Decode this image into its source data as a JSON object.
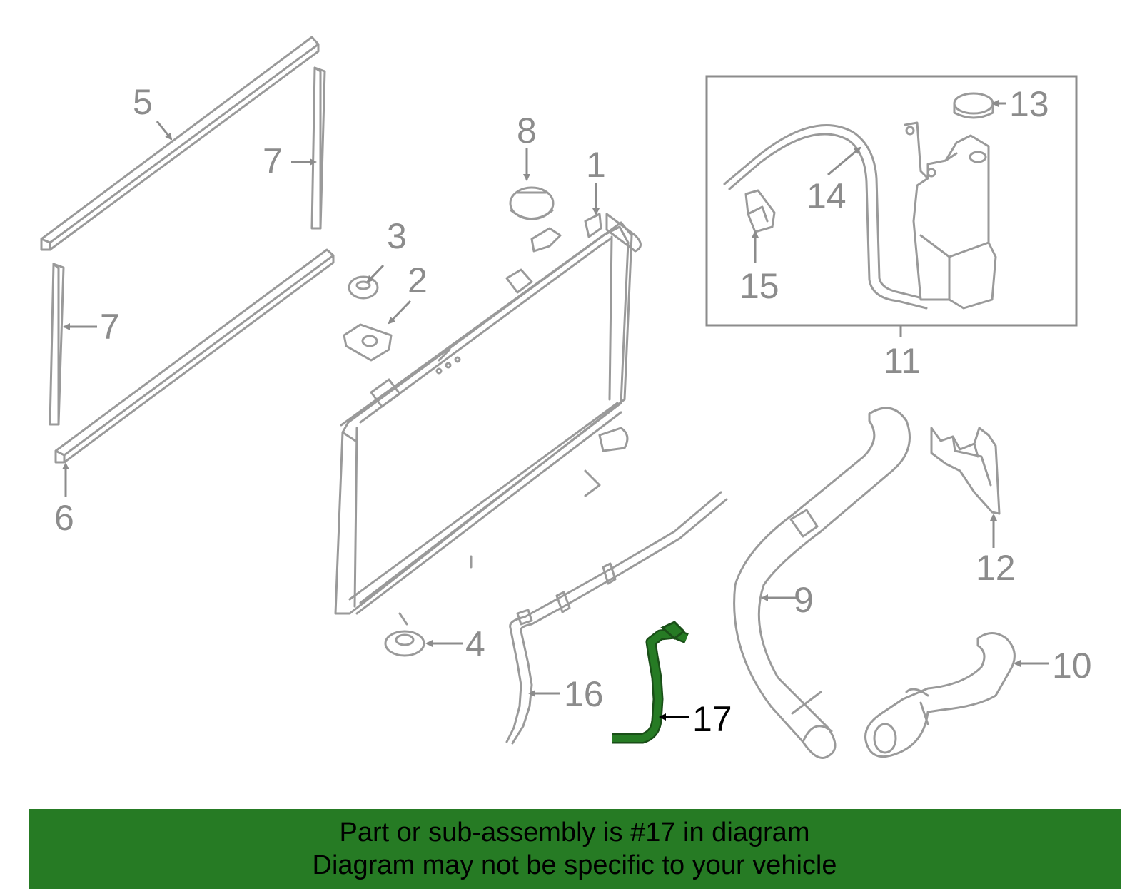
{
  "callouts": {
    "c1": "1",
    "c2": "2",
    "c3": "3",
    "c4": "4",
    "c5": "5",
    "c6": "6",
    "c7a": "7",
    "c7b": "7",
    "c8": "8",
    "c9": "9",
    "c10": "10",
    "c11": "11",
    "c12": "12",
    "c13": "13",
    "c14": "14",
    "c15": "15",
    "c16": "16",
    "c17": "17"
  },
  "highlight": {
    "part_number": "17",
    "color": "#267b24"
  },
  "banner": {
    "line1": "Part or sub-assembly is #17 in diagram",
    "line2": "Diagram may not be specific to your vehicle",
    "background": "#267b24"
  }
}
